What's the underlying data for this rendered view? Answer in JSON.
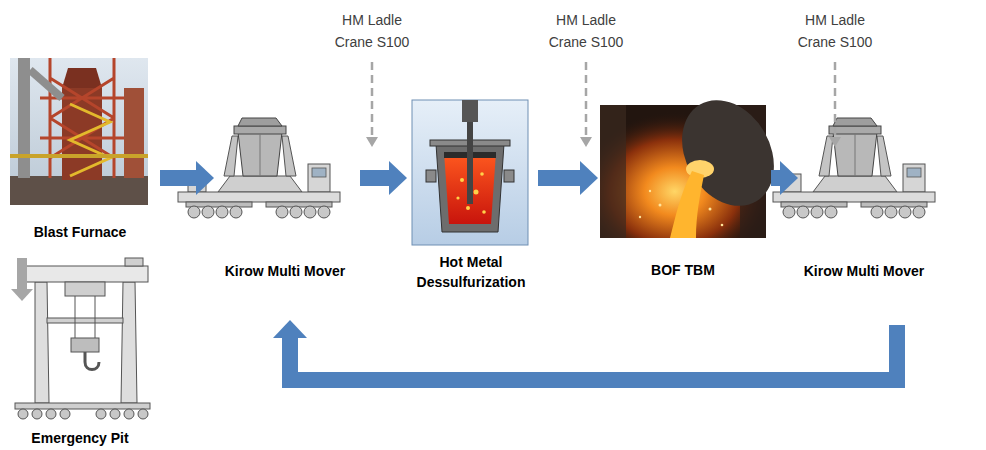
{
  "diagram": {
    "nodes": [
      {
        "text": [
          "Blast Furnace"
        ]
      },
      {
        "text": [
          "Kirow Multi Mover"
        ]
      },
      {
        "text": [
          "Hot Metal Dessulfurization"
        ]
      },
      {
        "text": [
          "BOF TBM"
        ]
      },
      {
        "text": [
          "Kirow Multi Mover"
        ]
      },
      {
        "text": [
          "Emergency Pit"
        ]
      }
    ],
    "edges": [
      {
        "from": 0,
        "to": 1,
        "arrow": "to"
      },
      {
        "from": 1,
        "to": 2,
        "arrow": "to"
      },
      {
        "from": 2,
        "to": 3,
        "arrow": "to"
      },
      {
        "from": 3,
        "to": 4,
        "arrow": "to"
      },
      {
        "from": 4,
        "to": 1,
        "arrow": "to"
      },
      {
        "from": 0,
        "to": 5,
        "arrow": "to"
      }
    ],
    "labels": [
      "HM Ladle Crane S100",
      "HM Ladle Crane S100",
      "HM Ladle Crane S100"
    ]
  }
}
